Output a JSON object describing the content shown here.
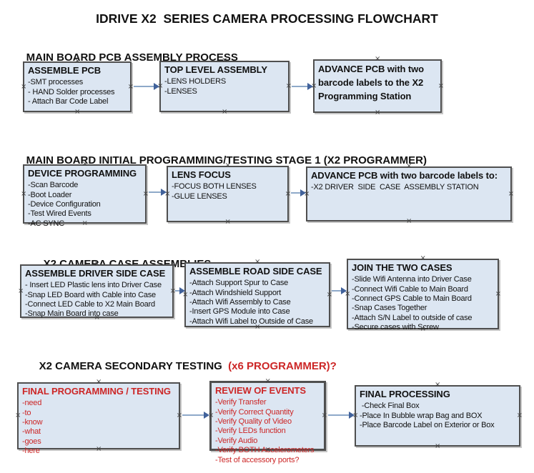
{
  "title": "IDRIVE X2  SERIES CAMERA PROCESSING FLOWCHART",
  "colors": {
    "box_fill": "#dce6f2",
    "box_border": "#4f4f4f",
    "arrow_line": "#8ea9c9",
    "arrow_head": "#41629b",
    "red_accent": "#cc2626",
    "text": "#111111"
  },
  "icons": {
    "connection_marker": "×"
  },
  "sections": [
    {
      "heading": "MAIN BOARD PCB ASSEMBLY PROCESS",
      "heading_red": "",
      "boxes": [
        {
          "title": "ASSEMBLE PCB",
          "items": [
            "-SMT processes",
            "- HAND Solder processes",
            "- Attach Bar Code Label"
          ]
        },
        {
          "title": "TOP LEVEL ASSEMBLY",
          "items": [
            "-LENS HOLDERS",
            "-LENSES"
          ]
        },
        {
          "title": "ADVANCE PCB with two barcode labels to the X2 Programming Station",
          "items": []
        }
      ]
    },
    {
      "heading": "MAIN BOARD INITIAL PROGRAMMING/TESTING STAGE 1 (X2 PROGRAMMER)",
      "heading_red": "",
      "boxes": [
        {
          "title": "DEVICE PROGRAMMING",
          "items": [
            "-Scan Barcode",
            "-Boot Loader",
            "-Device Configuration",
            "-Test Wired Events",
            "-AC SYNC"
          ]
        },
        {
          "title": "LENS FOCUS",
          "items": [
            "-FOCUS BOTH LENSES",
            "-GLUE LENSES"
          ]
        },
        {
          "title": "ADVANCE PCB with two barcode labels to:",
          "items": [
            "-X2 DRIVER  SIDE  CASE  ASSEMBLY STATION"
          ]
        }
      ]
    },
    {
      "heading": "X2 CAMERA CASE ASSEMBLIES",
      "heading_red": "",
      "boxes": [
        {
          "title": "ASSEMBLE DRIVER SIDE CASE",
          "items": [
            "- Insert LED Plastic lens into Driver Case",
            "-Snap LED Board with Cable into Case",
            "-Connect LED Cable to X2 Main Board",
            "-Snap Main Board into case"
          ]
        },
        {
          "title": "ASSEMBLE ROAD SIDE CASE",
          "items": [
            "-Attach Support Spur to Case",
            "-Attach Windshield Support",
            "-Attach Wifi Assembly to Case",
            "-Insert GPS Module into Case",
            "-Attach Wifi Label to Outside of Case"
          ]
        },
        {
          "title": "JOIN THE TWO CASES",
          "items": [
            "-Slide Wifi Antenna into Driver Case",
            "-Connect Wifi Cable to Main Board",
            "-Connect GPS Cable to Main Board",
            "-Snap Cases Together",
            "-Attach S/N Label to outside of case",
            "-Secure cases with Screw"
          ]
        }
      ]
    },
    {
      "heading": "X2 CAMERA SECONDARY TESTING ",
      "heading_red": " (x6 PROGRAMMER)?",
      "boxes": [
        {
          "title": "FINAL PROGRAMMING / TESTING",
          "items": [
            "-need",
            "-to",
            "-know",
            "-what",
            "-goes",
            "-here"
          ]
        },
        {
          "title": "REVIEW OF EVENTS",
          "items": [
            "-Verify Transfer",
            "-Verify Correct Quantity",
            "-Verify Quality of Video",
            "-Verify LEDs function",
            "-Verify Audio",
            "-Verify BOTH Accelerometers",
            "-Test of accessory ports?"
          ]
        },
        {
          "title": "FINAL PROCESSING",
          "items": [
            " -Check Final Box",
            "-Place In Bubble wrap Bag and BOX",
            "-Place Barcode Label on Exterior or Box"
          ]
        }
      ]
    }
  ]
}
